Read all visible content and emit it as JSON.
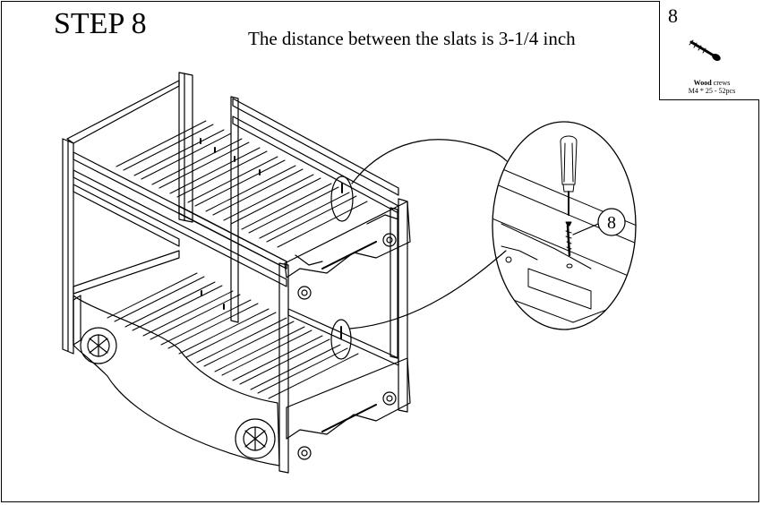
{
  "step": {
    "title": "STEP 8"
  },
  "instruction": "The distance between the slats is 3-1/4 inch",
  "parts": {
    "number": "8",
    "name_bold": "Wood",
    "name_rest": " crews",
    "spec": "M4 * 25 - 52pcs",
    "icon": "screw-icon"
  },
  "detail": {
    "callout_label": "8",
    "tool_icon": "screwdriver-icon"
  },
  "colors": {
    "ink": "#000000",
    "paper": "#ffffff"
  }
}
